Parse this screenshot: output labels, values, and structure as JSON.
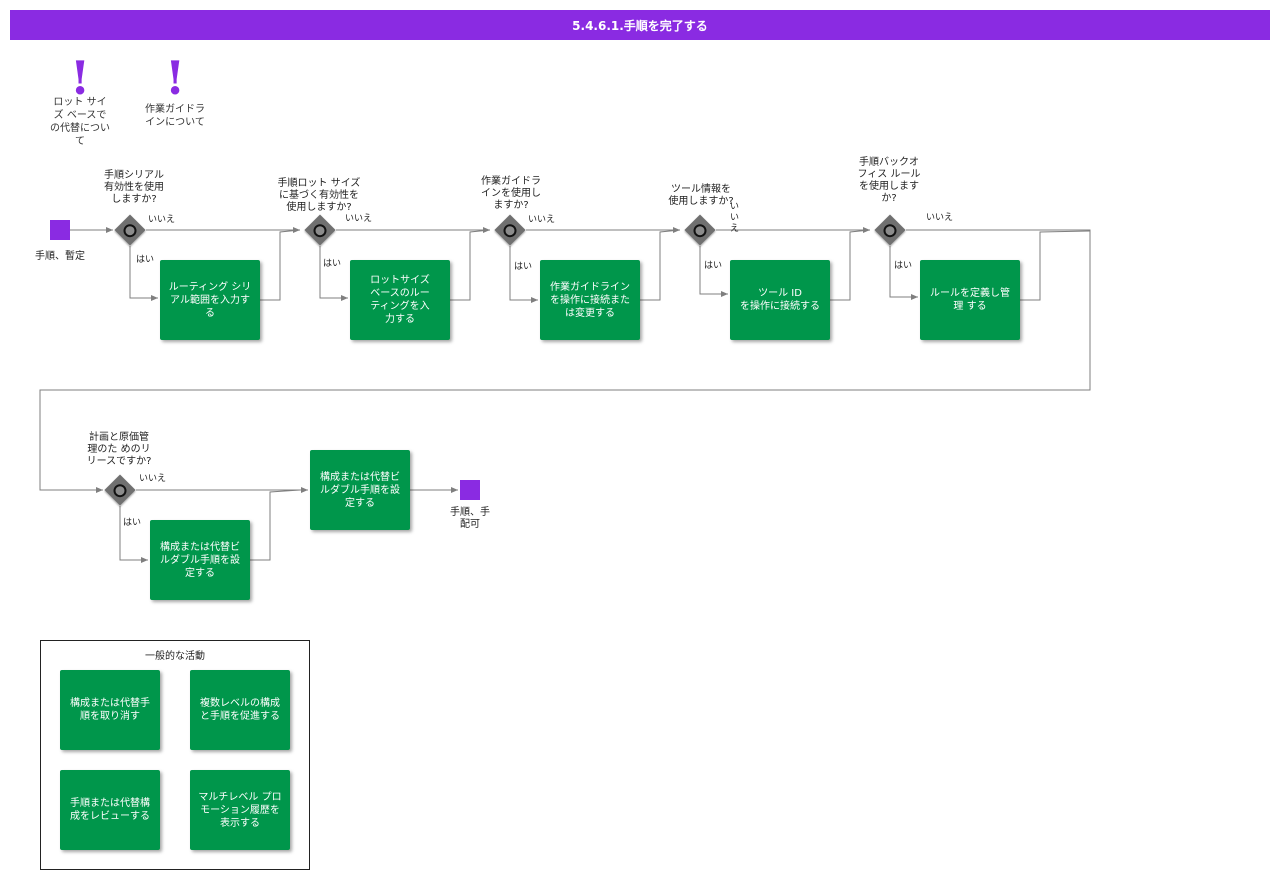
{
  "title": "5.4.6.1.手順を完了する",
  "notes": {
    "lot_size": "ロット サイ\nズ ベースで\nの代替につい\nて",
    "guideline": "作業ガイドラ\nインについて"
  },
  "events": {
    "start": "手順、暫定",
    "end": "手順、手\n配可"
  },
  "questions": {
    "q1": "手順シリアル\n有効性を使用\nしますか?",
    "q2": "手順ロット サイズ\nに基づく有効性を\n使用しますか?",
    "q3": "作業ガイドラ\nインを使用し\nますか?",
    "q4": "ツール情報を\n使用しますか?",
    "q5": "手順バックオ\nフィス ルール\nを使用します\nか?",
    "q6": "計画と原価管\n理のた めのリ\nリースですか?"
  },
  "labels": {
    "yes": "はい",
    "no": "いいえ",
    "no_vertical": "い\nい\nえ"
  },
  "tasks": {
    "t1": "ルーティング シリ\nアル範囲を入力す\nる",
    "t2": "ロットサイズ\nベースのルー\nティングを入\n力する",
    "t3": "作業ガイドライン\nを操作に接続また\nは変更する",
    "t4": "ツール ID\nを操作に接続する",
    "t5": "ルールを定義し管\n理 する",
    "t6": "構成または代替ビ\nルダブル手順を設\n定する",
    "t7": "構成または代替ビ\nルダブル手順を設\n定する"
  },
  "legend": {
    "title": "一般的な活動",
    "items": [
      "構成または代替手\n順を取り消す",
      "複数レベルの構成\nと手順を促進する",
      "手順または代替構\n成をレビューする",
      "マルチレベル プロ\nモーション履歴を\n表示する"
    ]
  },
  "colors": {
    "header": "#8a2be2",
    "event": "#8a2be2",
    "task": "#00964b",
    "gateway": "#707070",
    "connector": "#7f7f7f"
  },
  "icons": {
    "note_marker": "exclamation-icon",
    "decision": "exclusive-gateway-icon"
  }
}
